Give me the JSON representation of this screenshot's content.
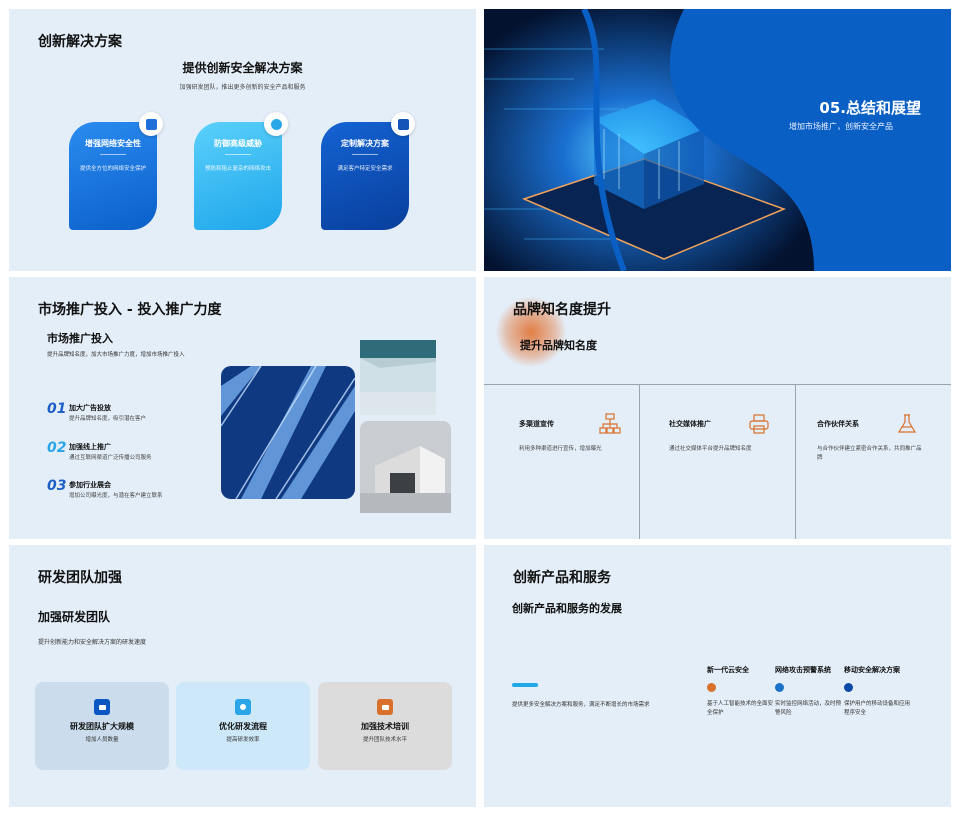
{
  "slide1": {
    "title": "创新解决方案",
    "subtitle": "提供创新安全解决方案",
    "desc": "加强研发团队，推出更多创新的安全产品和服务",
    "cards": [
      {
        "title": "增强网络安全性",
        "desc": "提供全方位的网络安全保护",
        "icon": "document-icon"
      },
      {
        "title": "防御高级威胁",
        "desc": "预防和阻止复杂的网络攻击",
        "icon": "network-icon"
      },
      {
        "title": "定制解决方案",
        "desc": "满足客户特定安全需求",
        "icon": "image-icon"
      }
    ]
  },
  "slide2": {
    "title": "05.总结和展望",
    "subtitle": "增加市场推广，创新安全产品"
  },
  "slide3": {
    "title": "市场推广投入 - 投入推广力度",
    "heading": "市场推广投入",
    "desc": "提升品牌知名度，加大市场推广力度，增加市场推广投入",
    "items": [
      {
        "num": "01",
        "title": "加大广告投放",
        "desc": "提升品牌知名度，吸引潜在客户"
      },
      {
        "num": "02",
        "title": "加强线上推广",
        "desc": "通过互联网渠道广泛传播公司服务"
      },
      {
        "num": "03",
        "title": "参加行业展会",
        "desc": "增加公司曝光度，与潜在客户建立联系"
      }
    ]
  },
  "slide4": {
    "title": "品牌知名度提升",
    "subtitle": "提升品牌知名度",
    "columns": [
      {
        "title": "多渠道宣传",
        "desc": "利用多种渠道进行宣传，增加曝光",
        "icon": "flowchart-icon"
      },
      {
        "title": "社交媒体推广",
        "desc": "通过社交媒体平台提升品牌知名度",
        "icon": "printer-icon"
      },
      {
        "title": "合作伙伴关系",
        "desc": "与合作伙伴建立紧密合作关系，共同推广品牌",
        "icon": "flask-icon"
      }
    ],
    "accent": "#d9702c"
  },
  "slide5": {
    "title": "研发团队加强",
    "heading": "加强研发团队",
    "desc": "提升创新能力和安全解决方案的研发速度",
    "cards": [
      {
        "title": "研发团队扩大规模",
        "desc": "增加人员数量",
        "icon": "box-icon"
      },
      {
        "title": "优化研发流程",
        "desc": "提高研发效率",
        "icon": "gear-icon"
      },
      {
        "title": "加强技术培训",
        "desc": "提升团队技术水平",
        "icon": "screen-icon"
      }
    ]
  },
  "slide6": {
    "title": "创新产品和服务",
    "heading": "创新产品和服务的发展",
    "desc": "提供更多安全解决方案和服务，满足不断增长的市场需求",
    "items": [
      {
        "title": "新一代云安全",
        "desc": "基于人工智能技术的全面安全保护",
        "color": "#d9702c"
      },
      {
        "title": "网络攻击预警系统",
        "desc": "实时监控网络活动，及时预警风险",
        "color": "#1a73c9"
      },
      {
        "title": "移动安全解决方案",
        "desc": "保护用户的移动设备和应用程序安全",
        "color": "#0d4aa6"
      }
    ]
  }
}
